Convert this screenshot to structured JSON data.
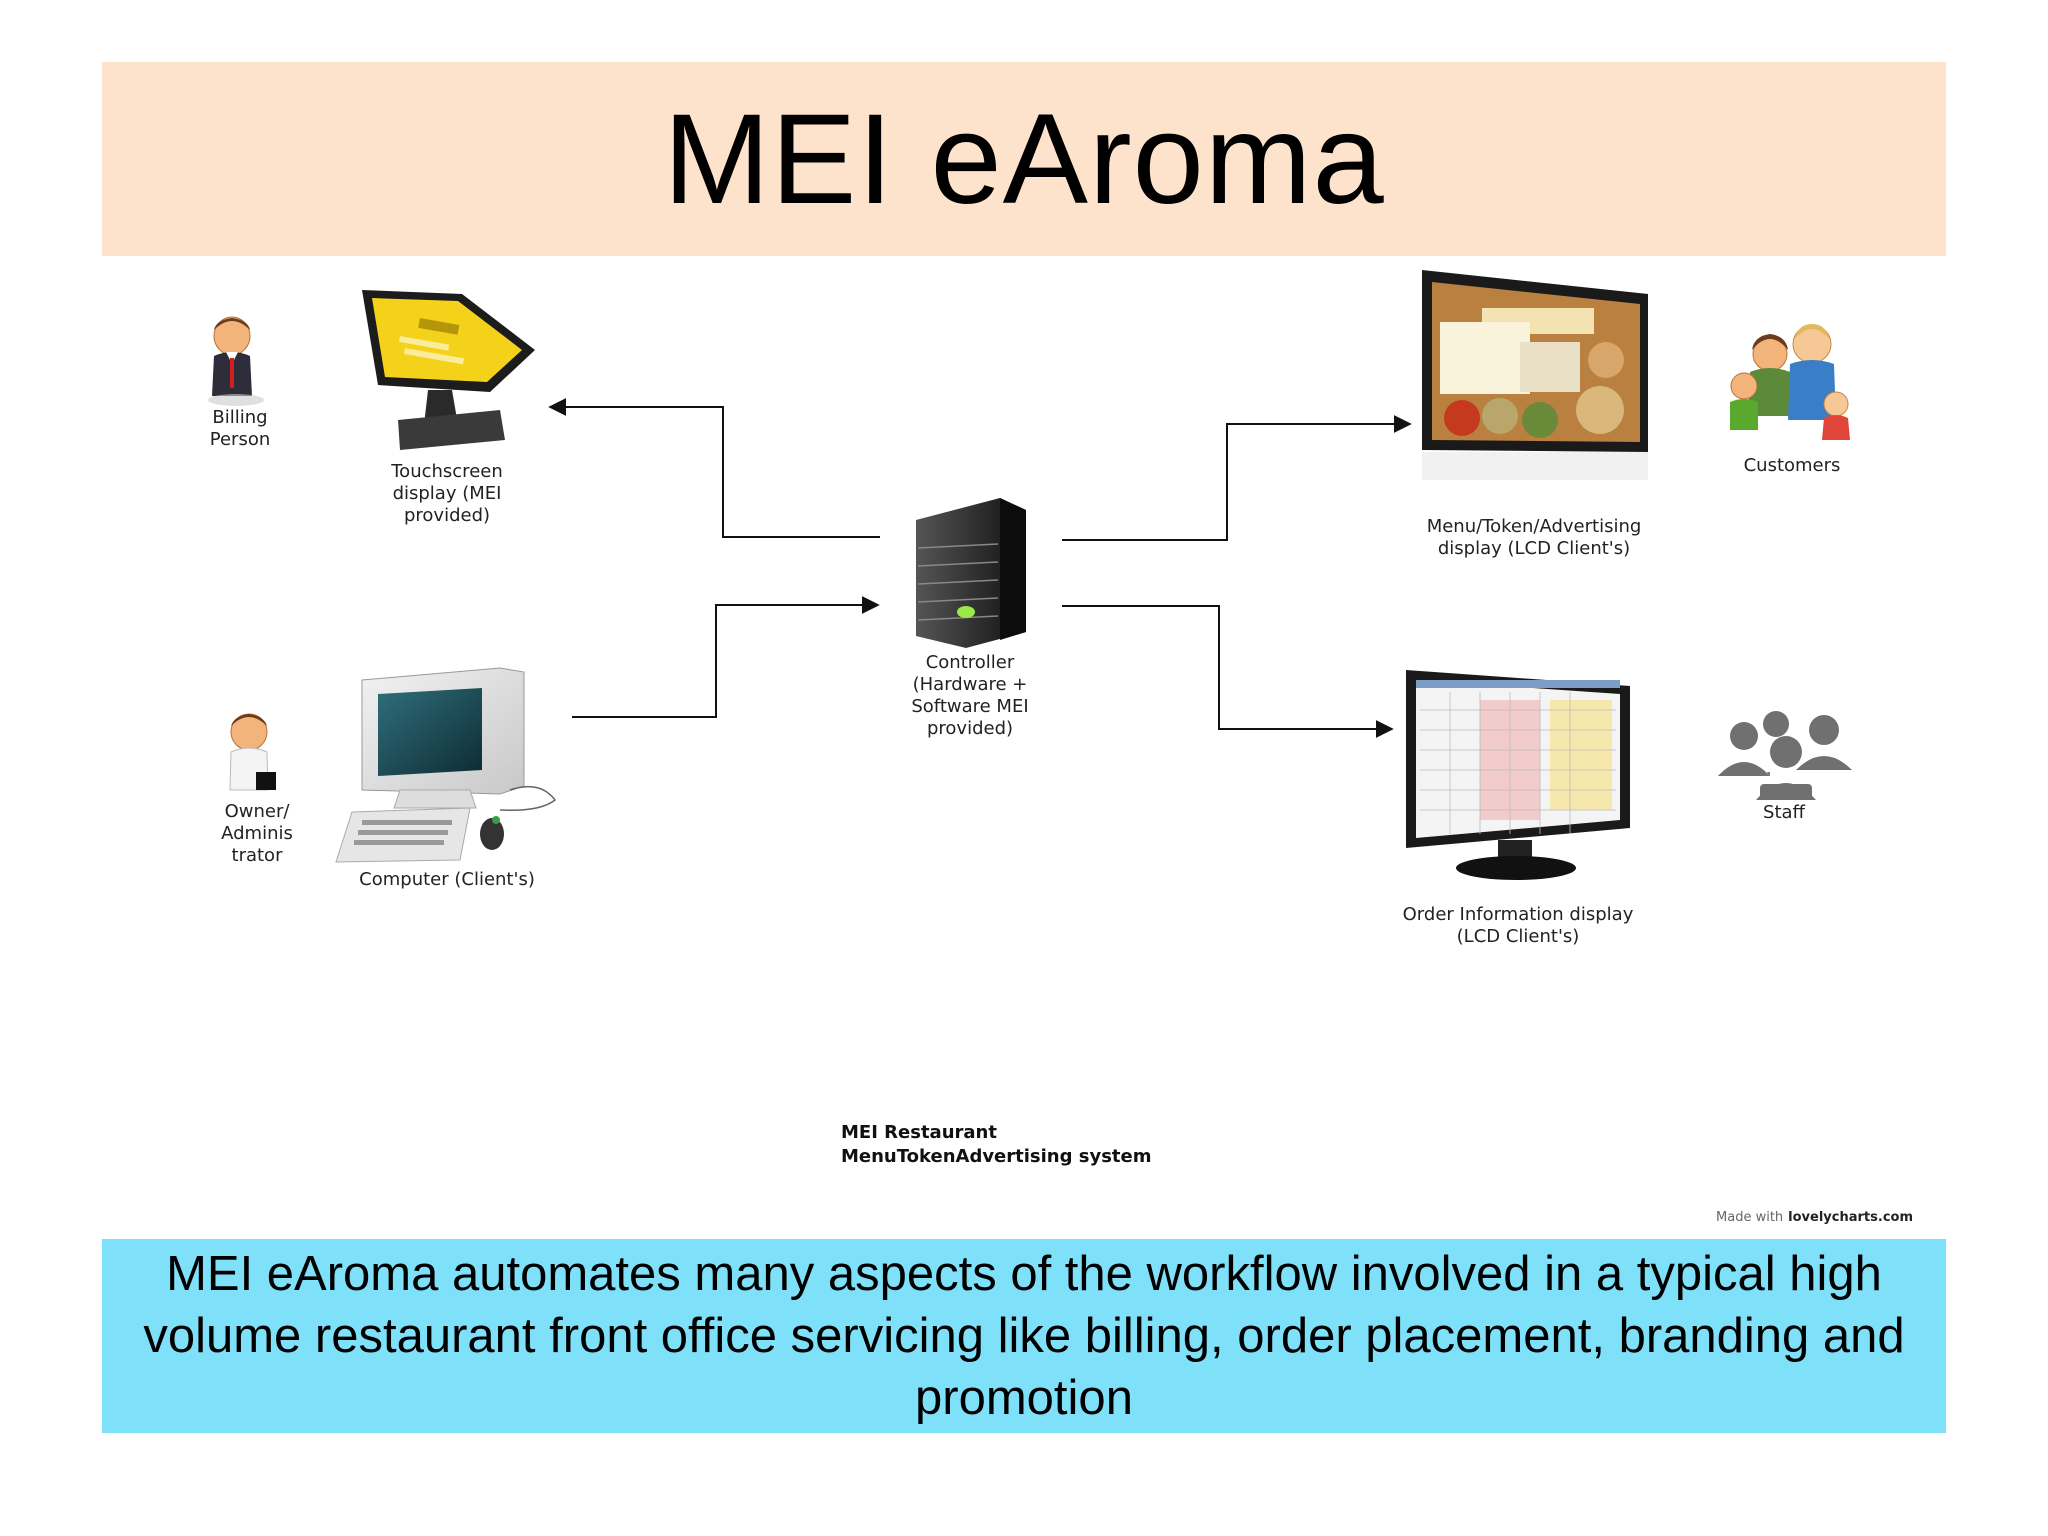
{
  "title": "MEI eAroma",
  "caption": "MEI eAroma automates many aspects of the workflow involved in a typical high volume restaurant front office servicing like billing, order placement, branding and promotion",
  "colors": {
    "title_band": "#fde3cc",
    "caption_band": "#7fe0fa",
    "connector": "#111111"
  },
  "diagram": {
    "nodes": {
      "billing_person": {
        "label_lines": [
          "Billing",
          "Person"
        ],
        "icon": "person-tie-icon"
      },
      "touchscreen": {
        "label_lines": [
          "Touchscreen",
          "display (MEI",
          "provided)"
        ],
        "icon": "touchscreen-monitor-icon"
      },
      "owner": {
        "label_lines": [
          "Owner/",
          "Adminis",
          "trator"
        ],
        "icon": "person-icon"
      },
      "computer": {
        "label_lines": [
          "Computer (Client's)"
        ],
        "icon": "desktop-computer-icon"
      },
      "controller": {
        "label_lines": [
          "Controller",
          "(Hardware +",
          "Software MEI",
          "provided)"
        ],
        "icon": "server-tower-icon"
      },
      "menu_display": {
        "label_lines": [
          "Menu/Token/Advertising",
          "display (LCD Client's)"
        ],
        "icon": "lcd-menu-display-icon"
      },
      "customers": {
        "label_lines": [
          "Customers"
        ],
        "icon": "family-group-icon"
      },
      "order_display": {
        "label_lines": [
          "Order Information display",
          "(LCD Client's)"
        ],
        "icon": "lcd-spreadsheet-monitor-icon"
      },
      "staff": {
        "label_lines": [
          "Staff"
        ],
        "icon": "people-group-icon"
      }
    },
    "system_name_lines": [
      "MEI Restaurant",
      "MenuTokenAdvertising system"
    ],
    "credit": {
      "prefix": "Made with",
      "site": "lovelycharts.com"
    }
  }
}
